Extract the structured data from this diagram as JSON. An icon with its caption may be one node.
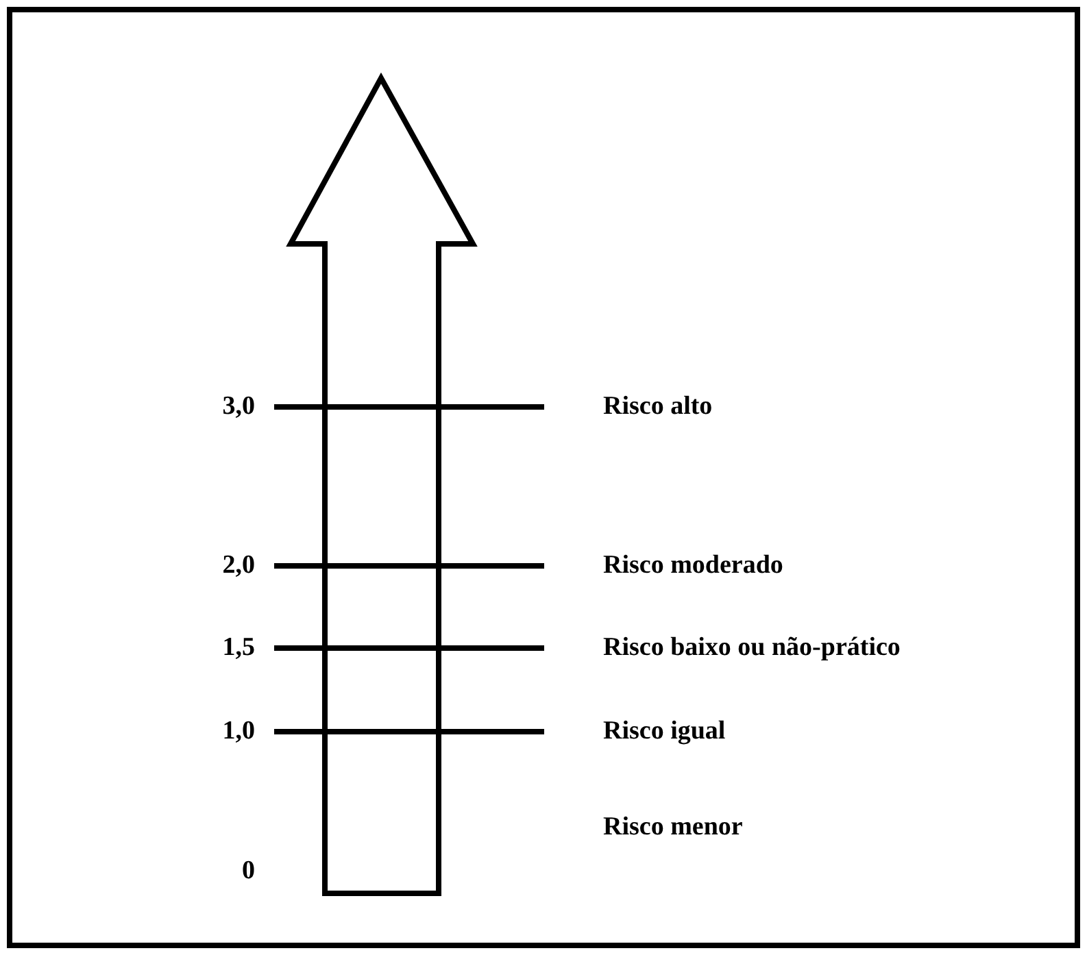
{
  "diagram": {
    "labels": [
      "3,0",
      "Risco alto",
      "2,0",
      "Risco moderado",
      "1,5",
      "Risco baixo ou não-prático",
      "1,0",
      "Risco igual",
      "Risco menor",
      "0"
    ]
  }
}
